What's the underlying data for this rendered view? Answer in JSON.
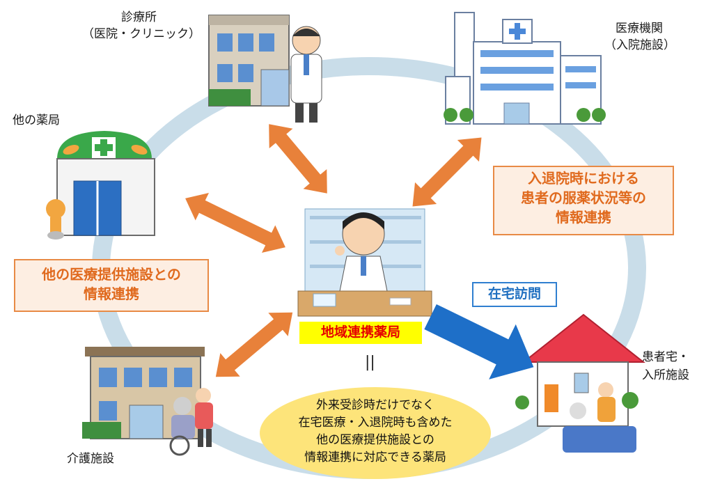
{
  "nodes": {
    "clinic": {
      "name": "診療所",
      "sub": "（医院・クリニック）"
    },
    "hospital": {
      "name": "医療機関",
      "sub": "（入院施設）"
    },
    "other_pharmacy": {
      "name": "他の薬局"
    },
    "care_facility": {
      "name": "介護施設"
    },
    "patient_home": {
      "line1": "患者宅・",
      "line2": "入所施設"
    }
  },
  "center": {
    "label": "地域連携薬局",
    "equals": "||"
  },
  "boxes": {
    "hospital_info": [
      "入退院時における",
      "患者の服薬状況等の",
      "情報連携"
    ],
    "other_facility_info": [
      "他の医療提供施設との",
      "情報連携"
    ],
    "home_visit": "在宅訪問"
  },
  "definition": [
    "外来受診時だけでなく",
    "在宅医療・入退院時も含めた",
    "他の医療提供施設との",
    "情報連携に対応できる薬局"
  ],
  "colors": {
    "ring": "#c9dde9",
    "orange_arrow": "#e8813a",
    "blue_arrow": "#1e6fc8",
    "yellow": "#ffff00",
    "ellipse": "#fde47a"
  }
}
